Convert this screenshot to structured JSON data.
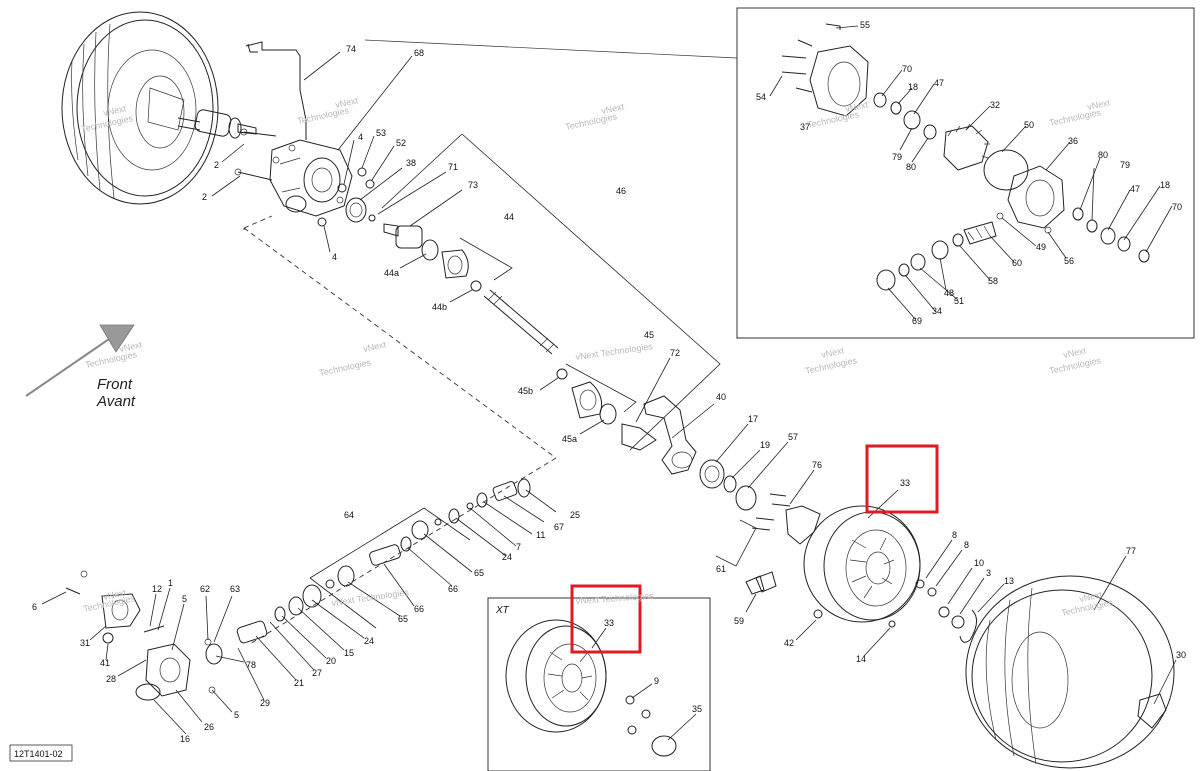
{
  "diagram_ref": "12T1401-02",
  "direction": {
    "line1": "Front",
    "line2": "Avant"
  },
  "inset_label": "XT",
  "highlight_color": "#e01b24",
  "watermark": {
    "line1": "vNext",
    "line2": "Technologies",
    "combined": "vNext Technologies"
  },
  "callouts": {
    "c74": "74",
    "c68": "68",
    "c2a": "2",
    "c2b": "2",
    "c4a": "4",
    "c53": "53",
    "c52": "52",
    "c4b": "4",
    "c38": "38",
    "c71": "71",
    "c73": "73",
    "c44": "44",
    "c44a": "44a",
    "c44b": "44b",
    "c46": "46",
    "c45": "45",
    "c45b": "45b",
    "c45a": "45a",
    "c72": "72",
    "c40": "40",
    "c17": "17",
    "c19": "19",
    "c57": "57",
    "c76": "76",
    "c33main": "33",
    "c33xt": "33",
    "c61": "61",
    "c8a": "8",
    "c8b": "8",
    "c10": "10",
    "c3": "3",
    "c13": "13",
    "c77": "77",
    "c59": "59",
    "c42": "42",
    "c14": "14",
    "c30": "30",
    "c9": "9",
    "c35": "35",
    "c64": "64",
    "c25": "25",
    "c67": "67",
    "c11": "11",
    "c7": "7",
    "c24a": "24",
    "c65a": "65",
    "c66a": "66",
    "c66b": "66",
    "c65b": "65",
    "c24b": "24",
    "c15": "15",
    "c20": "20",
    "c27": "27",
    "c21": "21",
    "c29": "29",
    "c78": "78",
    "c62": "62",
    "c63": "63",
    "c12": "12",
    "c1": "1",
    "c5a": "5",
    "c5b": "5",
    "c6": "6",
    "c31": "31",
    "c41": "41",
    "c28": "28",
    "c26": "26",
    "c16": "16",
    "c55": "55",
    "c54": "54",
    "c37": "37",
    "c70a": "70",
    "c18a": "18",
    "c47a": "47",
    "c32": "32",
    "c50": "50",
    "c36": "36",
    "c79a": "79",
    "c80a": "80",
    "c80b": "80",
    "c79b": "79",
    "c47b": "47",
    "c18b": "18",
    "c70b": "70",
    "c49": "49",
    "c56": "56",
    "c60": "60",
    "c58": "58",
    "c48": "48",
    "c51": "51",
    "c34": "34",
    "c69": "69"
  }
}
